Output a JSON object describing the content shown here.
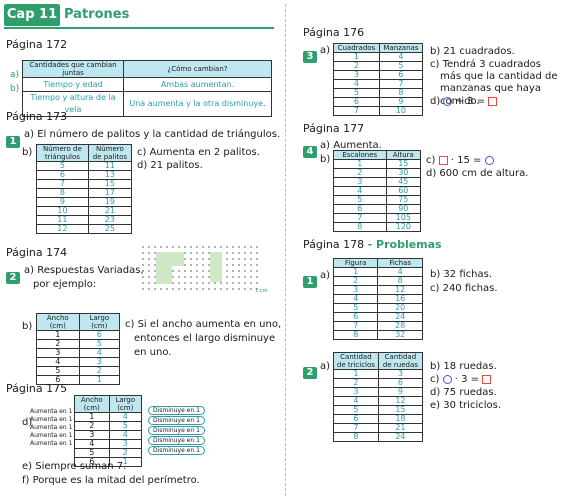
{
  "header": {
    "cap": "Cap 11",
    "title": "Patrones"
  },
  "p172": {
    "title": "Página 172",
    "head": [
      "Cantidades que cambian juntas",
      "¿Cómo cambian?"
    ],
    "rows": [
      {
        "m": "a)",
        "c1": "Tiempo y edad",
        "c2": "Ambas aumentan."
      },
      {
        "m": "b)",
        "c1": "Tiempo y altura de la vela",
        "c2": "Una aumenta y la otra disminuye."
      }
    ]
  },
  "p173": {
    "title": "Página 173",
    "num": "1",
    "a": "a) El número de palitos y la cantidad de triángulos.",
    "b": "b)",
    "head": [
      "Número de triángulos",
      "Número de palitos"
    ],
    "rows": [
      [
        "5",
        "11"
      ],
      [
        "6",
        "13"
      ],
      [
        "7",
        "15"
      ],
      [
        "8",
        "17"
      ],
      [
        "9",
        "19"
      ],
      [
        "10",
        "21"
      ],
      [
        "11",
        "23"
      ],
      [
        "12",
        "25"
      ]
    ],
    "c": "c) Aumenta en 2 palitos.",
    "d": "d) 21 palitos."
  },
  "p174": {
    "title": "Página 174",
    "num": "2",
    "a1": "a) Respuestas Variadas,",
    "a2": "por ejemplo:",
    "b": "b)",
    "head": [
      "Ancho (cm)",
      "Largo (cm)"
    ],
    "rows": [
      [
        "1",
        "6"
      ],
      [
        "2",
        "5"
      ],
      [
        "3",
        "4"
      ],
      [
        "4",
        "3"
      ],
      [
        "5",
        "2"
      ],
      [
        "6",
        "1"
      ]
    ],
    "c1": "c) Si el ancho aumenta en uno,",
    "c2": "entonces el largo disminuye",
    "c3": "en uno.",
    "scale": "1 cm"
  },
  "p175": {
    "title": "Página 175",
    "d": "d)",
    "head": [
      "Ancho (cm)",
      "Largo (cm)"
    ],
    "rows": [
      [
        "1",
        "4"
      ],
      [
        "2",
        "5"
      ],
      [
        "3",
        "4"
      ],
      [
        "4",
        "3"
      ],
      [
        "5",
        "2"
      ],
      [
        "6",
        "1"
      ]
    ],
    "left_labels": [
      "Aumenta en 1",
      "Aumenta en 1",
      "Aumenta en 1",
      "Aumenta en 1",
      "Aumenta en 1"
    ],
    "right_labels": [
      "Disminuye en 1",
      "Disminuye en 1",
      "Disminuye en 1",
      "Disminuye en 1",
      "Disminuye en 1"
    ],
    "e": "e) Siempre suman 7.",
    "f": "f) Porque es la mitad del perímetro."
  },
  "p176": {
    "title": "Página 176",
    "num": "3",
    "a": "a)",
    "head": [
      "Cuadrados",
      "Manzanas"
    ],
    "rows": [
      [
        "1",
        "4"
      ],
      [
        "2",
        "5"
      ],
      [
        "3",
        "6"
      ],
      [
        "4",
        "7"
      ],
      [
        "5",
        "8"
      ],
      [
        "6",
        "9"
      ],
      [
        "7",
        "10"
      ]
    ],
    "b": "b) 21 cuadrados.",
    "c1": "c) Tendrá 3 cuadrados",
    "c2": "más que la cantidad de",
    "c3": "manzanas que haya comido.",
    "d_pre": "d)",
    "d_op": "+ 3 ="
  },
  "p177": {
    "title": "Página 177",
    "num": "4",
    "a": "a) Aumenta.",
    "b": "b)",
    "head": [
      "Escalones",
      "Altura"
    ],
    "rows": [
      [
        "1",
        "15"
      ],
      [
        "2",
        "30"
      ],
      [
        "3",
        "45"
      ],
      [
        "4",
        "60"
      ],
      [
        "5",
        "75"
      ],
      [
        "6",
        "90"
      ],
      [
        "7",
        "105"
      ],
      [
        "8",
        "120"
      ]
    ],
    "c_pre": "c)",
    "c_op": "· 15 =",
    "d": "d) 600 cm de altura."
  },
  "p178": {
    "title": "Página 178",
    "title_suffix": "- Problemas",
    "num1": "1",
    "a1": "a)",
    "head1": [
      "Figura",
      "Fichas"
    ],
    "rows1": [
      [
        "1",
        "4"
      ],
      [
        "2",
        "8"
      ],
      [
        "3",
        "12"
      ],
      [
        "4",
        "16"
      ],
      [
        "5",
        "20"
      ],
      [
        "6",
        "24"
      ],
      [
        "7",
        "28"
      ],
      [
        "8",
        "32"
      ]
    ],
    "b1": "b) 32 fichas.",
    "c1": "c) 240 fichas.",
    "num2": "2",
    "a2": "a)",
    "head2": [
      "Cantidad de triciclos",
      "Cantidad de ruedas"
    ],
    "rows2": [
      [
        "1",
        "3"
      ],
      [
        "2",
        "6"
      ],
      [
        "3",
        "9"
      ],
      [
        "4",
        "12"
      ],
      [
        "5",
        "15"
      ],
      [
        "6",
        "18"
      ],
      [
        "7",
        "21"
      ],
      [
        "8",
        "24"
      ]
    ],
    "b2": "b) 18 ruedas.",
    "c2_pre": "c)",
    "c2_op": "· 3 =",
    "d2": "d) 75 ruedas.",
    "e2": "e) 30 triciclos."
  }
}
